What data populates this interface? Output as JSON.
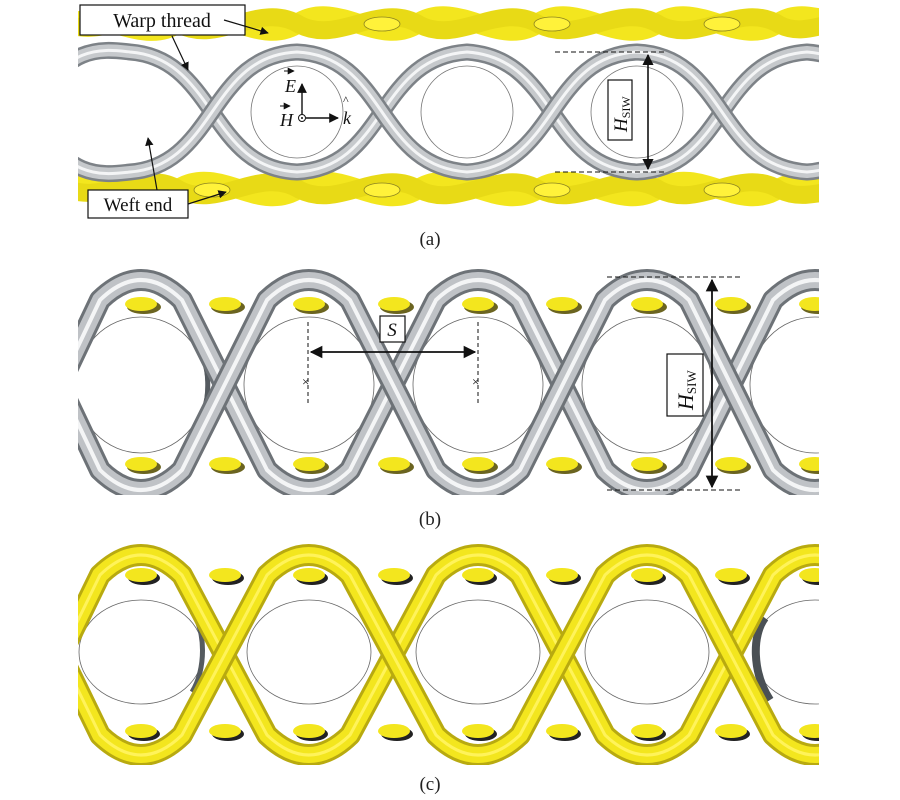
{
  "figure": {
    "panels": [
      {
        "id": "a",
        "caption": "(a)",
        "content": "warp threads (gray) with weft ends (yellow) bands above and below"
      },
      {
        "id": "b",
        "caption": "(b)",
        "content": "gray warp threads with yellow via ellipses"
      },
      {
        "id": "c",
        "caption": "(c)",
        "content": "yellow warp threads with yellow via ellipses"
      }
    ],
    "labels": {
      "warp_thread": "Warp thread",
      "weft_end": "Weft end",
      "h_siw": "H",
      "h_siw_sub": "SIW",
      "spacing": "S",
      "e_field": "E",
      "h_field": "H",
      "k_vector": "k"
    },
    "captions": {
      "a": "(a)",
      "b": "(b)",
      "c": "(c)"
    },
    "colors": {
      "warp_gray": "#b9bcc0",
      "warp_gray_dark": "#6d7277",
      "warp_highlight": "#f2f3f4",
      "yellow": "#f3e61e",
      "yellow_dark": "#b8aa10",
      "outline": "#4a4a4a"
    }
  }
}
